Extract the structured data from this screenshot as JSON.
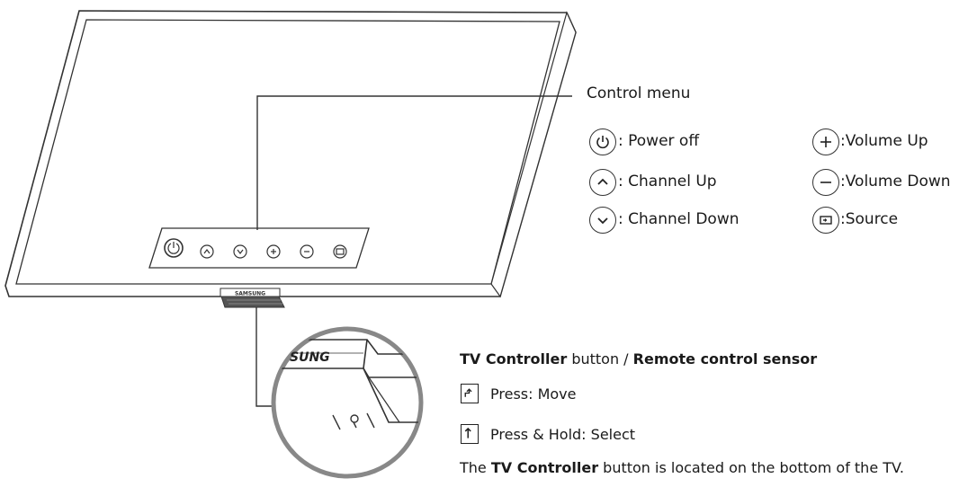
{
  "control_menu": {
    "title": "Control menu",
    "items": [
      {
        "icon": "power-icon",
        "label": ": Power off"
      },
      {
        "icon": "chevron-up-icon",
        "label": ": Channel Up"
      },
      {
        "icon": "chevron-down-icon",
        "label": ": Channel Down"
      },
      {
        "icon": "plus-icon",
        "label": ":Volume Up"
      },
      {
        "icon": "minus-icon",
        "label": ":Volume Down"
      },
      {
        "icon": "source-icon",
        "label": ":Source"
      }
    ]
  },
  "tv": {
    "brand_label": "SAMSUNG",
    "zoom_brand_label": "SUNG"
  },
  "controller": {
    "heading_part1": "TV Controller",
    "heading_part2": " button / ",
    "heading_part3": "Remote control sensor",
    "press_label": "Press: Move",
    "hold_label": "Press & Hold: Select",
    "note_part1": "The ",
    "note_part2": "TV Controller",
    "note_part3": " button is located on the bottom of the TV."
  },
  "colors": {
    "line": "#333333",
    "sensor": "#555555"
  }
}
